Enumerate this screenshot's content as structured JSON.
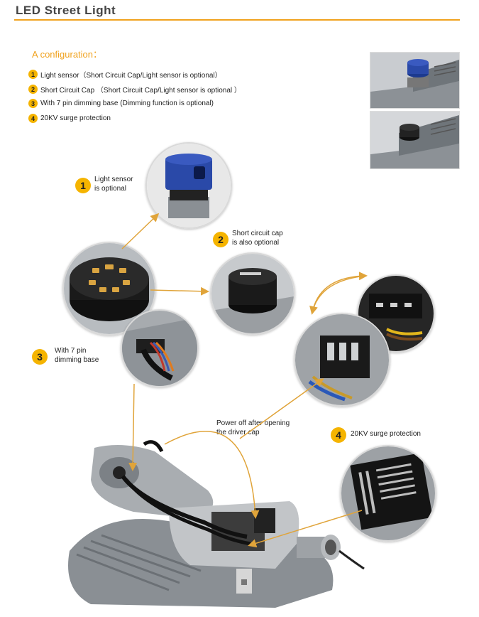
{
  "header": {
    "title": "LED Street Light"
  },
  "config": {
    "heading": "A configuration：",
    "items": [
      {
        "num": "1",
        "text": "Light sensor（Short Circuit Cap/Light sensor is optional）"
      },
      {
        "num": "2",
        "text": "Short Circuit Cap （Short Circuit Cap/Light sensor is optional ）"
      },
      {
        "num": "3",
        "text": "With 7 pin dimming base (Dimming function is optional)"
      },
      {
        "num": "4",
        "text": "20KV surge protection"
      }
    ]
  },
  "callouts": {
    "c1": {
      "num": "1",
      "line1": "Light sensor",
      "line2": "is optional"
    },
    "c2": {
      "num": "2",
      "line1": "Short circuit cap",
      "line2": "is also optional"
    },
    "c3": {
      "num": "3",
      "line1": "With 7 pin",
      "line2": "dimming base"
    },
    "c4": {
      "num": "4",
      "line1": "20KV surge protection"
    },
    "power": {
      "line1": "Power off after opening",
      "line2": "the driver cap"
    }
  },
  "colors": {
    "accent": "#f0a21e",
    "badge": "#f5b400",
    "sensor_blue": "#2a49a8"
  }
}
